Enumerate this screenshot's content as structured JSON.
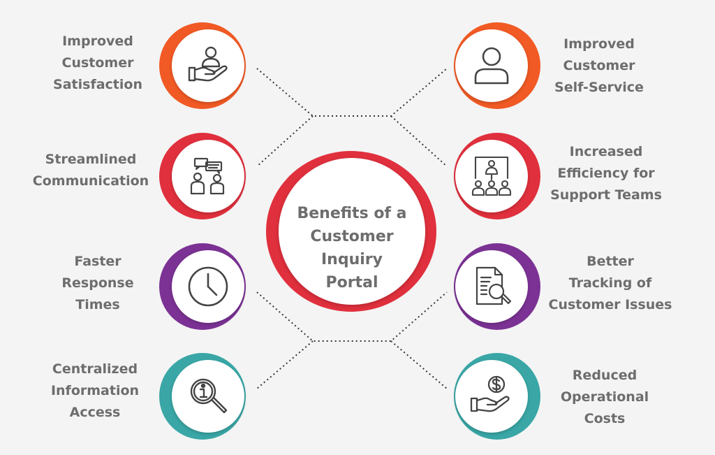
{
  "center": {
    "title": "Benefits of a\nCustomer Inquiry\nPortal",
    "ring_color": "#e0303d"
  },
  "items": [
    {
      "label": "Improved\nCustomer\nSatisfaction",
      "icon": "hand-user-icon",
      "ring_color": "#f15a24"
    },
    {
      "label": "Streamlined\nCommunication",
      "icon": "chat-people-icon",
      "ring_color": "#e0303d"
    },
    {
      "label": "Faster\nResponse\nTimes",
      "icon": "clock-icon",
      "ring_color": "#7b3294"
    },
    {
      "label": "Centralized\nInformation\nAccess",
      "icon": "info-search-icon",
      "ring_color": "#3aa6a6"
    },
    {
      "label": "Improved\nCustomer\nSelf-Service",
      "icon": "user-icon",
      "ring_color": "#f15a24"
    },
    {
      "label": "Increased\nEfficiency for\nSupport Teams",
      "icon": "team-presentation-icon",
      "ring_color": "#e0303d"
    },
    {
      "label": "Better\nTracking of\nCustomer Issues",
      "icon": "document-search-icon",
      "ring_color": "#7b3294"
    },
    {
      "label": "Reduced\nOperational\nCosts",
      "icon": "hand-dollar-icon",
      "ring_color": "#3aa6a6"
    }
  ]
}
